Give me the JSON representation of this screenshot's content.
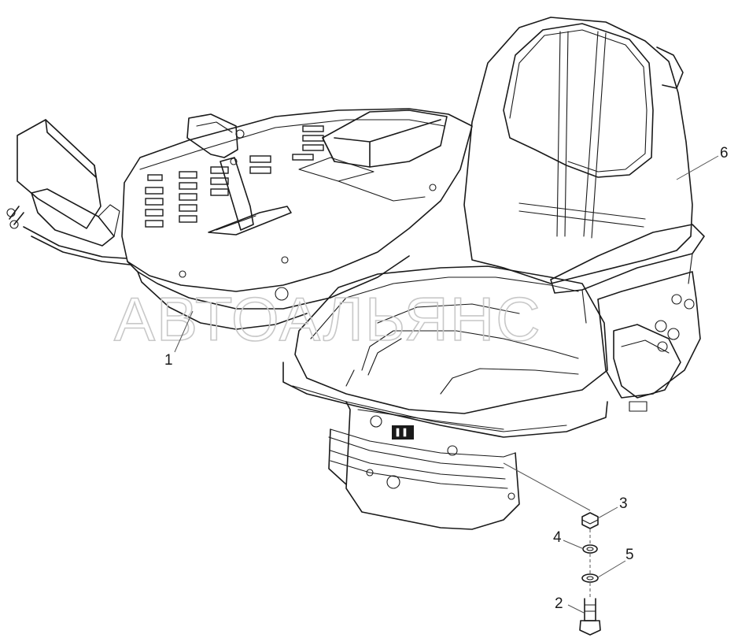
{
  "watermark": "АВТОАЛЬЯНС",
  "callouts": {
    "c1": "1",
    "c2": "2",
    "c3": "3",
    "c4": "4",
    "c5": "5",
    "c6": "6"
  }
}
